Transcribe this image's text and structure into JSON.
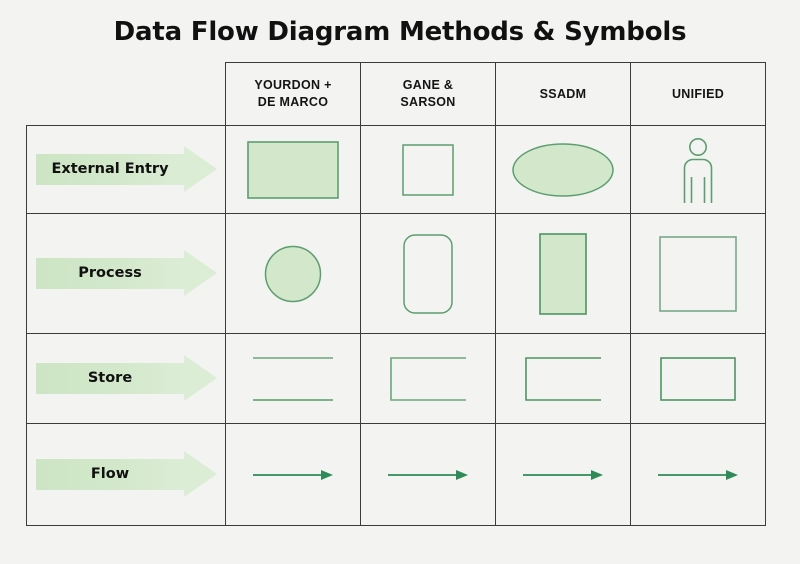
{
  "page": {
    "title": "Data Flow Diagram Methods & Symbols",
    "background_color": "#f3f3f2",
    "title_color": "#111111"
  },
  "colors": {
    "shape_fill": "#d3e8cb",
    "shape_stroke": "#5d9e70",
    "shape_stroke_dark": "#2e8b57",
    "arrow_label_fill": "#d3e8cb",
    "table_border": "#3b3b3b",
    "flow_arrow": "#2e8b57"
  },
  "table": {
    "corner_label": "",
    "column_headers": [
      {
        "id": "yourdon-de-marco",
        "label": "YOURDON +\nDE MARCO",
        "line1": "YOURDON +",
        "line2": "DE MARCO"
      },
      {
        "id": "gane-sarson",
        "label": "GANE &\nSARSON",
        "line1": "GANE &",
        "line2": "SARSON"
      },
      {
        "id": "ssadm",
        "label": "SSADM",
        "line1": "SSADM",
        "line2": ""
      },
      {
        "id": "unified",
        "label": "UNIFIED",
        "line1": "UNIFIED",
        "line2": ""
      }
    ],
    "rows": [
      {
        "id": "external-entry",
        "label": "External Entry",
        "symbols": [
          {
            "method": "yourdon-de-marco",
            "shape": "filled-rectangle"
          },
          {
            "method": "gane-sarson",
            "shape": "open-square"
          },
          {
            "method": "ssadm",
            "shape": "filled-ellipse"
          },
          {
            "method": "unified",
            "shape": "actor-figure"
          }
        ]
      },
      {
        "id": "process",
        "label": "Process",
        "symbols": [
          {
            "method": "yourdon-de-marco",
            "shape": "filled-circle"
          },
          {
            "method": "gane-sarson",
            "shape": "rounded-rectangle-outline"
          },
          {
            "method": "ssadm",
            "shape": "filled-vertical-rectangle"
          },
          {
            "method": "unified",
            "shape": "large-square-outline"
          }
        ]
      },
      {
        "id": "store",
        "label": "Store",
        "symbols": [
          {
            "method": "yourdon-de-marco",
            "shape": "two-parallel-lines"
          },
          {
            "method": "gane-sarson",
            "shape": "open-ended-rectangle"
          },
          {
            "method": "ssadm",
            "shape": "open-ended-rectangle"
          },
          {
            "method": "unified",
            "shape": "closed-rectangle-outline"
          }
        ]
      },
      {
        "id": "flow",
        "label": "Flow",
        "symbols": [
          {
            "method": "yourdon-de-marco",
            "shape": "arrow-line"
          },
          {
            "method": "gane-sarson",
            "shape": "arrow-line"
          },
          {
            "method": "ssadm",
            "shape": "arrow-line"
          },
          {
            "method": "unified",
            "shape": "arrow-line"
          }
        ]
      }
    ]
  }
}
